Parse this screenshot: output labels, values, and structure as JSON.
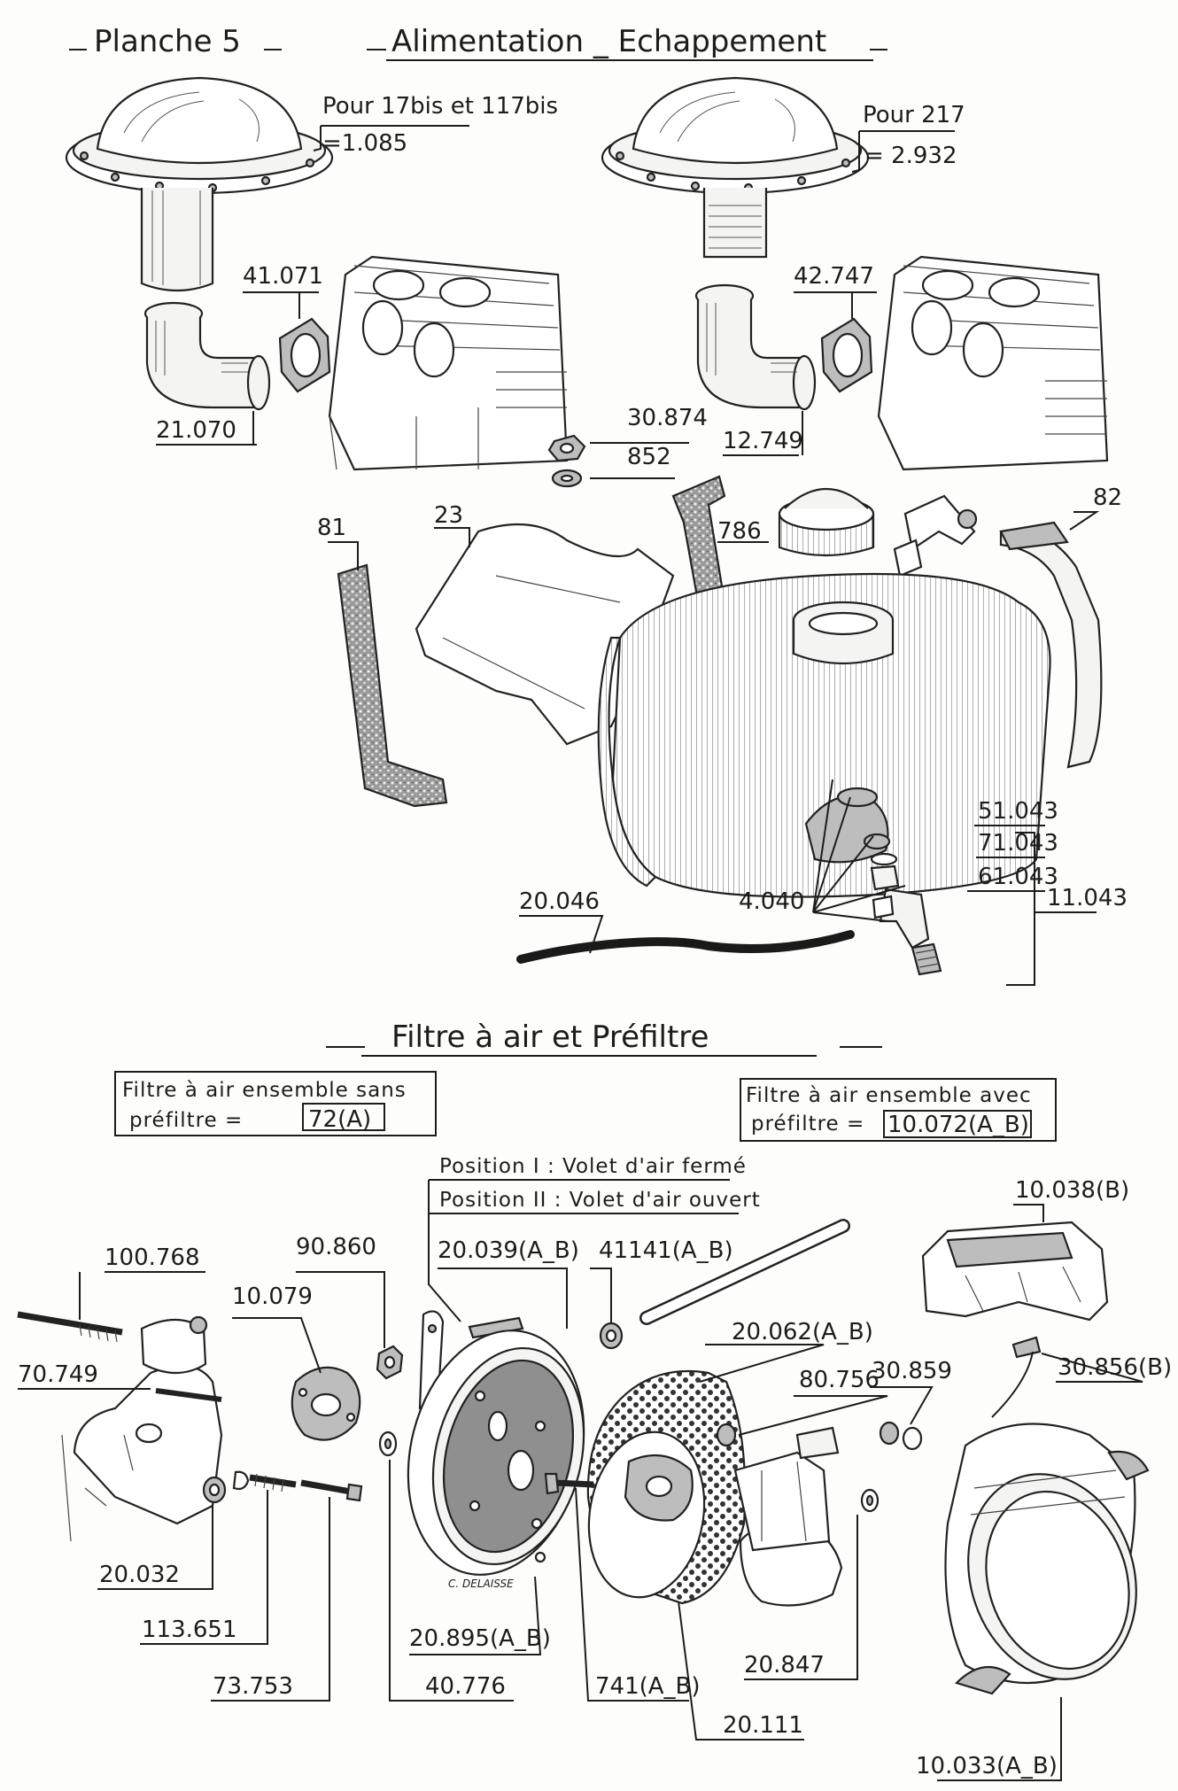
{
  "header": {
    "plate": "Planche 5",
    "title": "Alimentation _ Echappement"
  },
  "section2": {
    "title": "Filtre à air et Préfiltre"
  },
  "notes": {
    "muffler_17": {
      "line1": "Pour 17bis et 117bis",
      "line2": "=1.085"
    },
    "muffler_217": {
      "line1": "Pour 217",
      "line2": "= 2.932"
    },
    "box_without": {
      "line1": "Filtre à air ensemble sans",
      "line2_prefix": "préfiltre =",
      "value": "72(A)"
    },
    "box_with": {
      "line1": "Filtre à air ensemble avec",
      "line2_prefix": "préfiltre =",
      "value": "10.072(A_B)"
    },
    "position1": "Position I : Volet d'air fermé",
    "position2": "Position II : Volet d'air ouvert",
    "signature": "C. DELAISSE"
  },
  "callouts": {
    "p41071": "41.071",
    "p21070": "21.070",
    "p42747": "42.747",
    "p12749": "12.749",
    "p30874": "30.874",
    "p852": "852",
    "p81": "81",
    "p23": "23",
    "p786": "786",
    "p82": "82",
    "p51043": "51.043",
    "p71043": "71.043",
    "p61043": "61.043",
    "p11043": "11.043",
    "p4040": "4.040",
    "p20046": "20.046",
    "p100768": "100.768",
    "p90860": "90.860",
    "p20039": "20.039(A_B)",
    "p41141": "41141(A_B)",
    "p10038": "10.038(B)",
    "p10079": "10.079",
    "p70749": "70.749",
    "p20062": "20.062(A_B)",
    "p80756": "80.756",
    "p30859": "30.859",
    "p30856": "30.856(B)",
    "p20032": "20.032",
    "p113651": "113.651",
    "p73753": "73.753",
    "p40776": "40.776",
    "p20895": "20.895(A_B)",
    "p741": "741(A_B)",
    "p20111": "20.111",
    "p20847": "20.847",
    "p10033": "10.033(A_B)"
  }
}
